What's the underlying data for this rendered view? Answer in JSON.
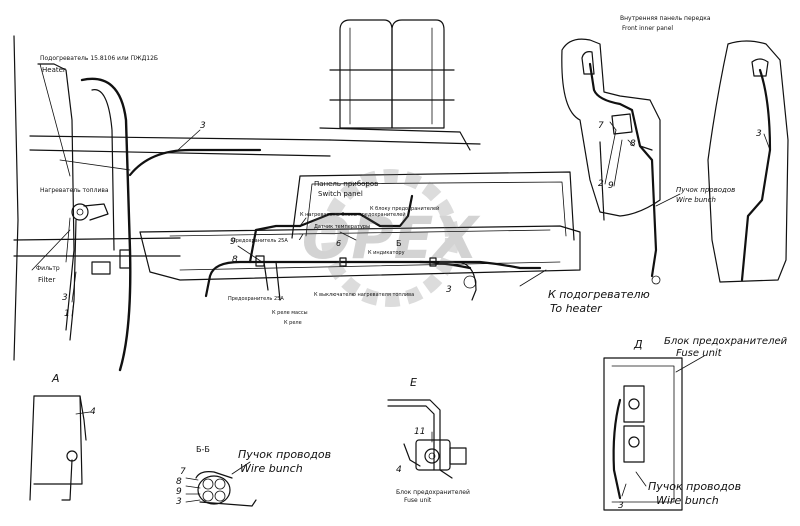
{
  "labels": {
    "heater_model_ru": "Подогреватель 15.8106 или ПЖД12Б",
    "heater_en": "Heater",
    "heater_element_ru": "Нагреватель топлива",
    "filter_ru": "Фильтр",
    "filter_en": "Filter",
    "switch_panel_ru": "Панель приборов",
    "switch_panel_en": "Switch panel",
    "to_heater_ru": "К подогревателю",
    "to_heater_en": "To heater",
    "front_inner_panel_ru": "Внутренняя панель передка",
    "front_inner_panel_en": "Front inner panel",
    "wire_bunch_ru": "Пучок проводов",
    "wire_bunch_en": "Wire bunch",
    "fuse_unit_ru": "Блок предохранителей",
    "fuse_unit_en": "Fuse unit",
    "fuse_25a": "Предохранитель 25А",
    "to_fuse_block": "К блоку предохранителей",
    "to_heater_block": "К нагревателю блока предохранителей",
    "fuel_sensor": "Датчик температуры",
    "to_fuel_heater": "К выключателю нагревателя топлива",
    "to_ground": "К реле массы",
    "to_relay": "К реле",
    "to_indicator": "К индикатору",
    "section_a": "А",
    "section_e": "Е",
    "section_d": "Д",
    "section_bb": "Б-Б",
    "section_b": "Б",
    "watermark": "OPEX"
  },
  "callouts": {
    "n1": "1",
    "n2": "2",
    "n3": "3",
    "n4": "4",
    "n6": "6",
    "n7": "7",
    "n8": "8",
    "n9": "9",
    "n11": "11"
  }
}
